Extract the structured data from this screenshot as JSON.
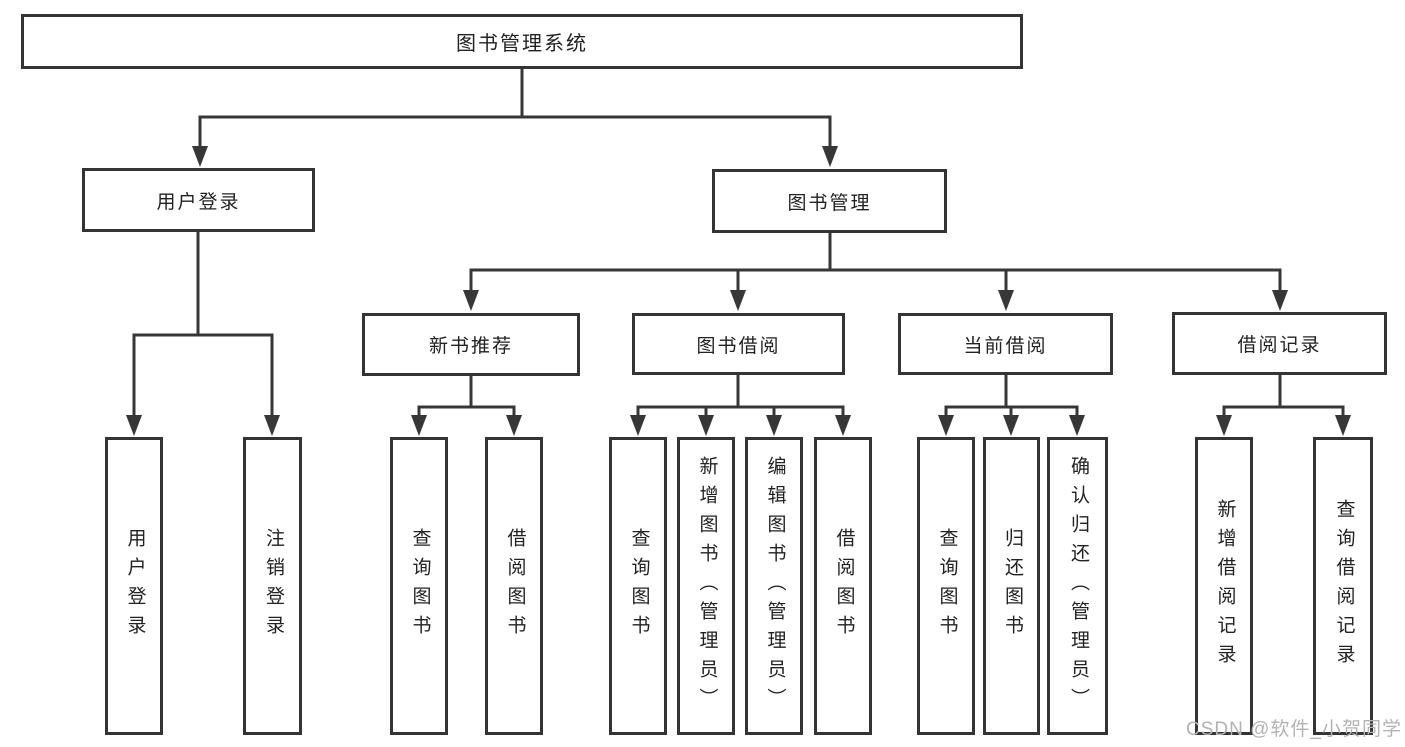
{
  "diagram_title": "图书管理系统",
  "nodes": {
    "root": {
      "label": "图书管理系统"
    },
    "user_login": {
      "label": "用户登录"
    },
    "book_mgmt": {
      "label": "图书管理"
    },
    "new_book_rec": {
      "label": "新书推荐"
    },
    "book_borrow": {
      "label": "图书借阅"
    },
    "current_borrow": {
      "label": "当前借阅"
    },
    "borrow_records": {
      "label": "借阅记录"
    },
    "leaf_user_login": {
      "label": "用户登录"
    },
    "leaf_logout": {
      "label": "注销登录"
    },
    "leaf_query_book_rec": {
      "label": "查询图书"
    },
    "leaf_borrow_book_rec": {
      "label": "借阅图书"
    },
    "leaf_query_book_borrow": {
      "label": "查询图书"
    },
    "leaf_add_book": {
      "label": "新增图书（管理员）"
    },
    "leaf_edit_book": {
      "label": "编辑图书（管理员）"
    },
    "leaf_borrow_book_borrow": {
      "label": "借阅图书"
    },
    "leaf_query_book_current": {
      "label": "查询图书"
    },
    "leaf_return_book": {
      "label": "归还图书"
    },
    "leaf_confirm_return": {
      "label": "确认归还（管理员）"
    },
    "leaf_add_borrow_record": {
      "label": "新增借阅记录"
    },
    "leaf_query_borrow_record": {
      "label": "查询借阅记录"
    }
  },
  "hierarchy": {
    "图书管理系统": {
      "用户登录": [
        "用户登录",
        "注销登录"
      ],
      "图书管理": {
        "新书推荐": [
          "查询图书",
          "借阅图书"
        ],
        "图书借阅": [
          "查询图书",
          "新增图书（管理员）",
          "编辑图书（管理员）",
          "借阅图书"
        ],
        "当前借阅": [
          "查询图书",
          "归还图书",
          "确认归还（管理员）"
        ],
        "借阅记录": [
          "新增借阅记录",
          "查询借阅记录"
        ]
      }
    }
  },
  "watermark": {
    "text": "CSDN @软件_小贺同学"
  },
  "colors": {
    "line": "#373737",
    "box_border": "#343434",
    "box_background": "#ffffff",
    "text": "#222222",
    "watermark": "#b3b3b3"
  }
}
